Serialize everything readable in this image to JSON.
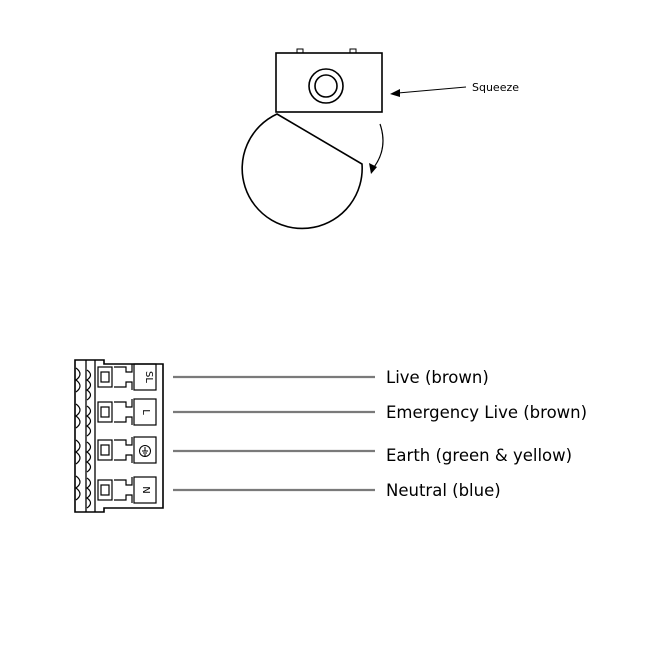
{
  "top_diagram": {
    "squeeze_label": "Squeeze"
  },
  "connector": {
    "terminals": [
      {
        "terminal": "SL",
        "wire": "Live (brown)"
      },
      {
        "terminal": "L",
        "wire": "Emergency Live (brown)"
      },
      {
        "terminal": "earth-symbol",
        "wire": "Earth (green & yellow)"
      },
      {
        "terminal": "N",
        "wire": "Neutral (blue)"
      }
    ]
  },
  "colors": {
    "line": "#000000",
    "wire": "#7a7a7a"
  }
}
